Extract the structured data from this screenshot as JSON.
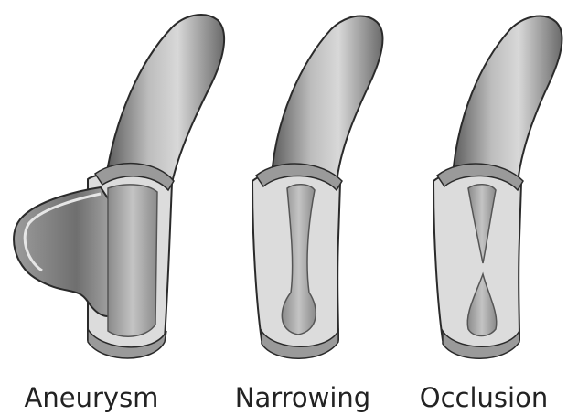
{
  "labels": {
    "aneurysm": "Aneurysm",
    "narrowing": "Narrowing",
    "occlusion": "Occlusion"
  },
  "colors": {
    "vessel_dark": "#6e6e6e",
    "vessel_light": "#cfcfcf",
    "wall_cut": "#dcdcdc",
    "rim": "#9a9a9a",
    "outline": "#2a2a2a",
    "channel": "#a8a8a8",
    "bulge": "#8f8f8f"
  }
}
